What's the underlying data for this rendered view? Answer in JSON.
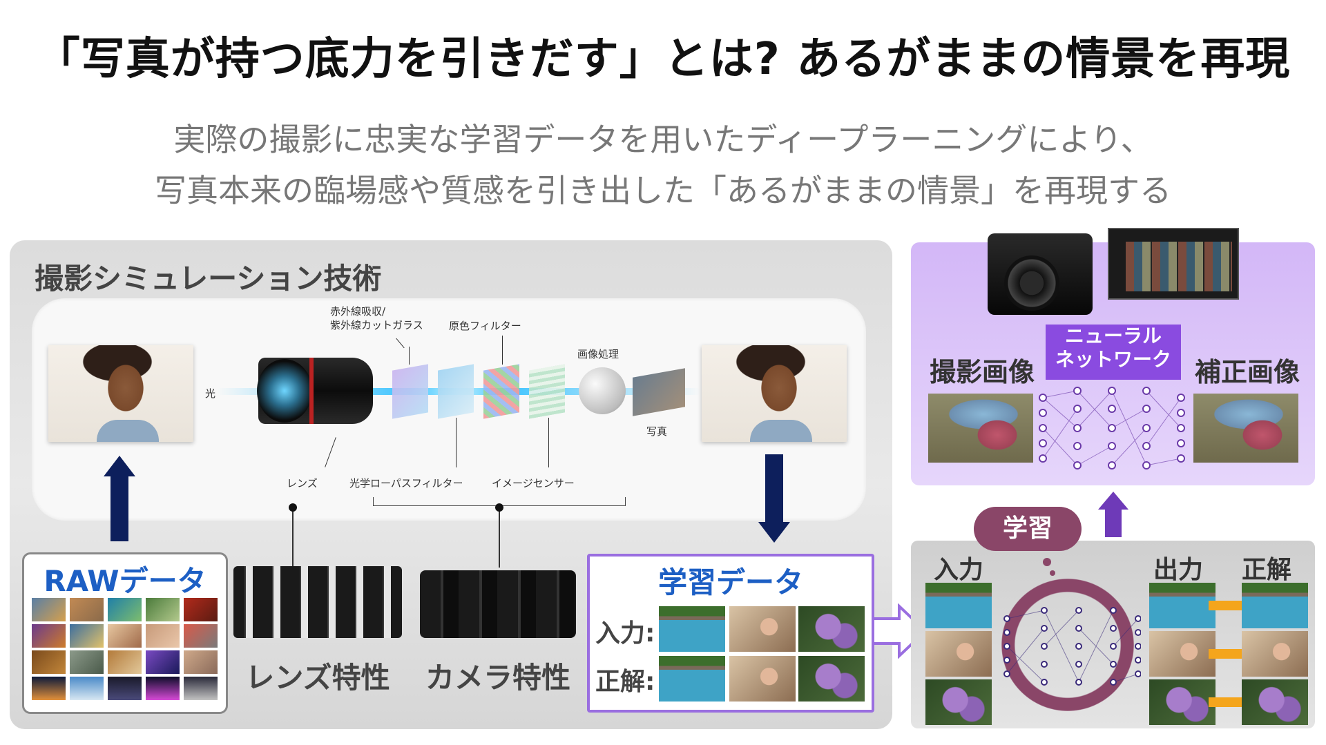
{
  "header": {
    "title": "「写真が持つ底力を引きだす」とは? あるがままの情景を再現",
    "subtitle_line1": "実際の撮影に忠実な学習データを用いたディープラーニングにより、",
    "subtitle_line2": "写真本来の臨場感や質感を引き出した「あるがままの情景」を再現する"
  },
  "simulation": {
    "title": "撮影シミュレーション技術",
    "labels": {
      "light": "光",
      "ir_glass": "赤外線吸収/\n紫外線カットガラス",
      "primary_filter": "原色フィルター",
      "image_processing": "画像処理",
      "photo": "写真",
      "lens": "レンズ",
      "lowpass": "光学ローパスフィルター",
      "sensor": "イメージセンサー"
    },
    "raw_title": "RAWデータ",
    "lens_char": "レンズ特性",
    "camera_char": "カメラ特性"
  },
  "training": {
    "title": "学習データ",
    "input_label": "入力:",
    "answer_label": "正解:"
  },
  "network": {
    "captured": "撮影画像",
    "neural": "ニューラル\nネットワーク",
    "corrected": "補正画像",
    "cloud": "学習",
    "input": "入力",
    "output": "出力",
    "answer": "正解"
  },
  "colors": {
    "accent_blue": "#1d5fc4",
    "navy_arrow": "#0d1f5c",
    "purple": "#8a4be0",
    "plum": "#8a4668",
    "orange": "#f4a51c"
  }
}
